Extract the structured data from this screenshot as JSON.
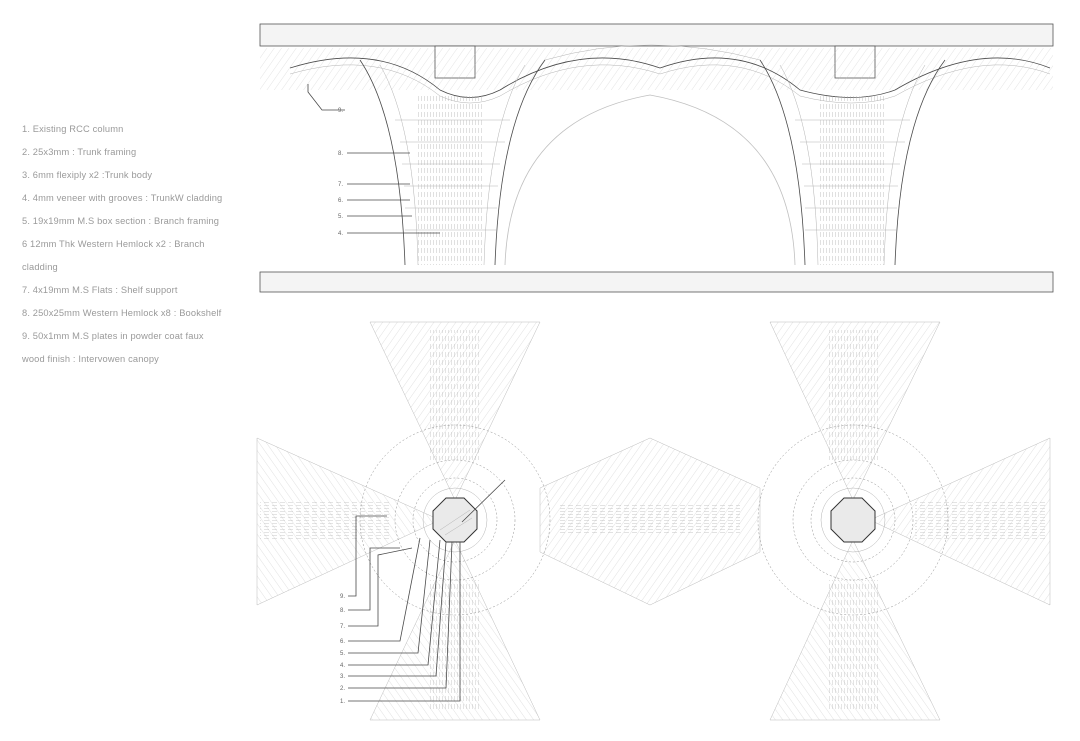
{
  "legend": {
    "items": [
      "1.  Existing RCC column",
      "2.  25x3mm : Trunk framing",
      "3.  6mm flexiply x2 :Trunk body",
      "4.  4mm veneer with grooves : TrunkW cladding",
      "5.  19x19mm M.S box section : Branch framing",
      "6  12mm Thk Western Hemlock x2 : Branch cladding",
      "7.  4x19mm M.S Flats : Shelf support",
      "8.  250x25mm Western Hemlock x8 : Bookshelf",
      "9.  50x1mm M.S plates in powder coat faux wood finish : Intervowen canopy"
    ]
  },
  "section_tags": [
    "9.",
    "8.",
    "7.",
    "6.",
    "5.",
    "4."
  ],
  "plan_tags": [
    "9.",
    "8.",
    "7.",
    "6.",
    "5.",
    "4.",
    "3.",
    "2.",
    "1."
  ],
  "colors": {
    "line": "#4a4a4a",
    "light_line": "#b3b3b3",
    "text": "#9a9a9a"
  }
}
